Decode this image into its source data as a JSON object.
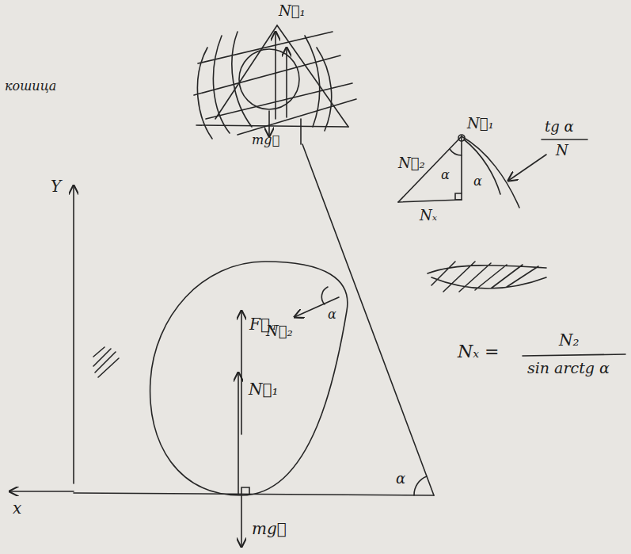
{
  "diagram": {
    "labels": [
      "кошица",
      "N⃗₁",
      "mg⃗",
      "N⃗₁",
      "N⃗₂",
      "α",
      "α",
      "Nₓ",
      "tg α",
      "N",
      "F⃗ₐ",
      "N⃗₂",
      "α",
      "N⃗₁",
      "mg⃗",
      "α",
      "Y",
      "x",
      "Nₓ =",
      "N₂",
      "sin arctg α"
    ]
  }
}
